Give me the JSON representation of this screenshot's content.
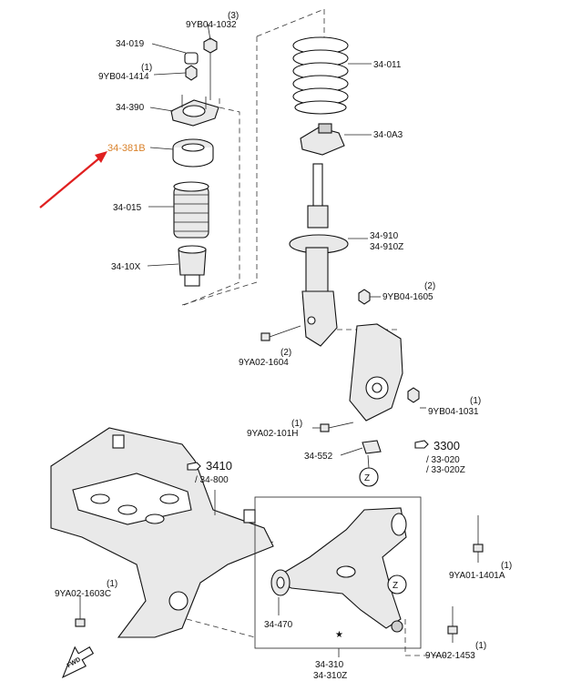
{
  "labels": {
    "l_9yb04_1032_q": "(3)",
    "l_9yb04_1032": "9YB04-1032",
    "l_34_019": "34-019",
    "l_9yb04_1414_q": "(1)",
    "l_9yb04_1414": "9YB04-1414",
    "l_34_390": "34-390",
    "l_34_381b": "34-381B",
    "l_34_015": "34-015",
    "l_34_10x": "34-10X",
    "l_34_011": "34-011",
    "l_34_0a3": "34-0A3",
    "l_34_910": "34-910",
    "l_34_910z": "34-910Z",
    "l_9yb04_1605_q": "(2)",
    "l_9yb04_1605": "9YB04-1605",
    "l_9ya02_1604_q": "(2)",
    "l_9ya02_1604": "9YA02-1604",
    "l_9yb04_1031_q": "(1)",
    "l_9yb04_1031": "9YB04-1031",
    "l_9ya02_101h_q": "(1)",
    "l_9ya02_101h": "9YA02-101H",
    "l_3300": "3300",
    "l_33_020": "/ 33-020",
    "l_33_020z": "/ 33-020Z",
    "l_34_552": "34-552",
    "l_z1": "Z",
    "l_3410": "3410",
    "l_34_800": "/ 34-800",
    "l_9ya01_1401a_q": "(1)",
    "l_9ya01_1401a": "9YA01-1401A",
    "l_9ya02_1603c_q": "(1)",
    "l_9ya02_1603c": "9YA02-1603C",
    "l_z2": "Z",
    "l_34_470": "34-470",
    "l_star": "★",
    "l_9ya02_1453_q": "(1)",
    "l_9ya02_1453": "9YA02-1453",
    "l_34_310": "34-310",
    "l_34_310z": "34-310Z",
    "l_fwd": "FWD"
  },
  "colors": {
    "highlight_label": "#d9822b",
    "arrow": "#e02020",
    "line": "#222222"
  },
  "icons": {
    "reference_hand": "pointing-hand-icon",
    "direction": "fwd-arrow-icon"
  }
}
